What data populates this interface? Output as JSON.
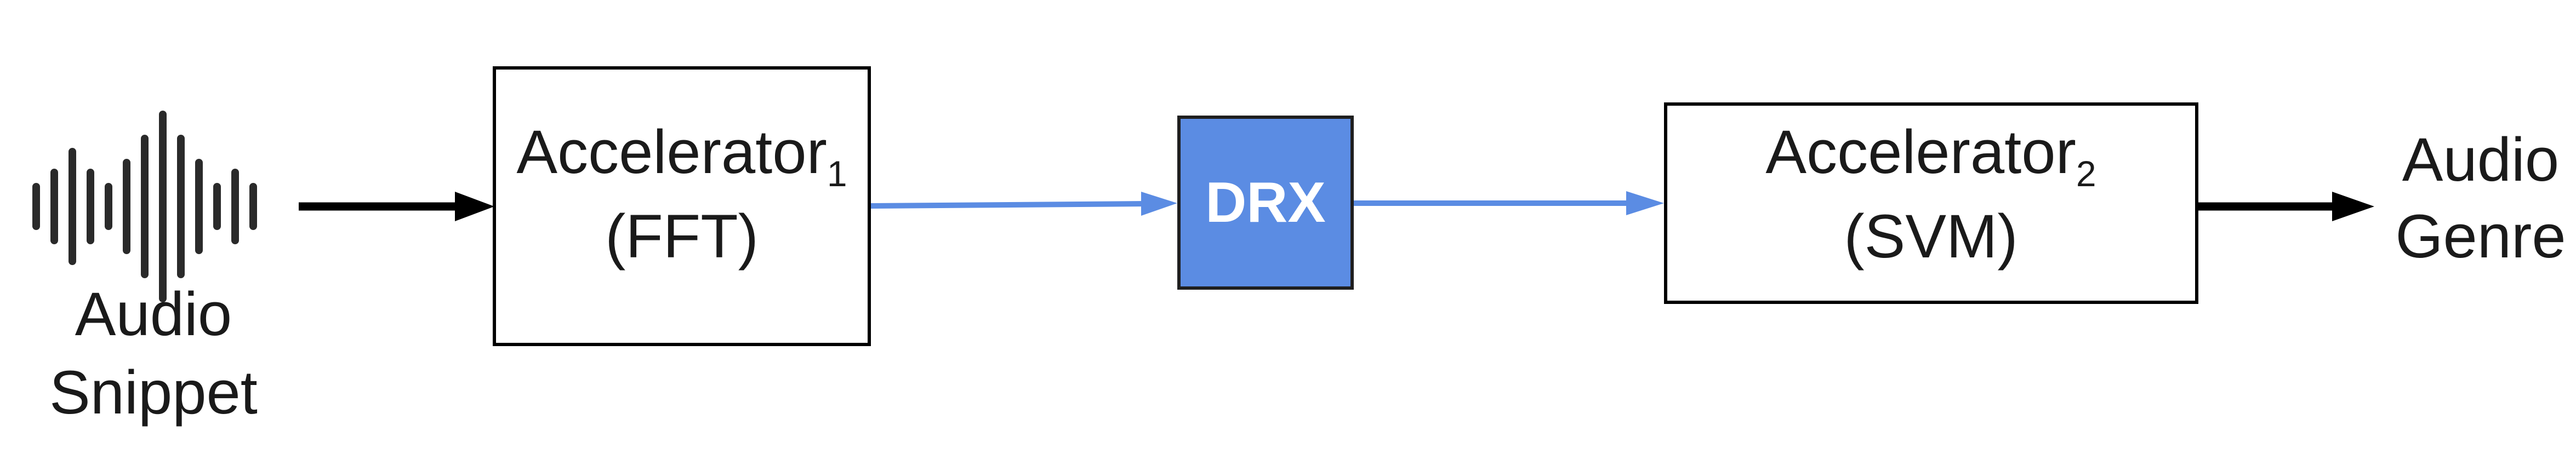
{
  "input": {
    "label_line1": "Audio",
    "label_line2": "Snippet",
    "icon": "audio-waveform-icon"
  },
  "accelerator1": {
    "name": "Accelerator",
    "subscript": "1",
    "function": "(FFT)"
  },
  "drx": {
    "label": "DRX"
  },
  "accelerator2": {
    "name": "Accelerator",
    "subscript": "2",
    "function": "(SVM)"
  },
  "output": {
    "label_line1": "Audio",
    "label_line2": "Genre"
  },
  "colors": {
    "box_stroke": "#000000",
    "text": "#1a1a1a",
    "drx_fill": "#5b8ce3",
    "drx_stroke": "#1f1f1f",
    "blue_arrow": "#5b8ce3",
    "black_arrow": "#000000",
    "waveform": "#2a2a2a"
  }
}
